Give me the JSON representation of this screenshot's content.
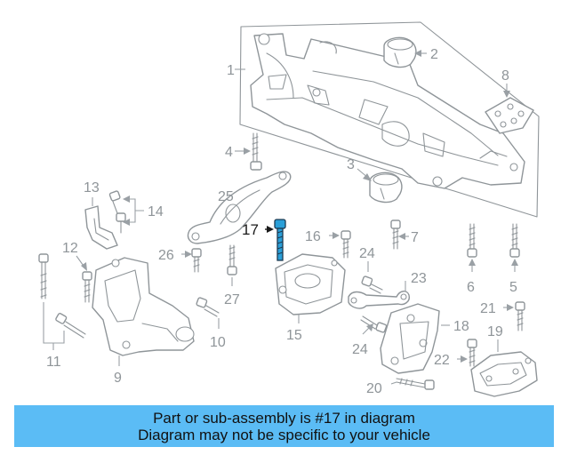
{
  "diagram": {
    "callouts": {
      "c1": "1",
      "c2": "2",
      "c3": "3",
      "c4": "4",
      "c5": "5",
      "c6": "6",
      "c7": "7",
      "c8": "8",
      "c9": "9",
      "c10": "10",
      "c11": "11",
      "c12": "12",
      "c13": "13",
      "c14": "14",
      "c15": "15",
      "c16": "16",
      "c17": "17",
      "c18": "18",
      "c19": "19",
      "c20": "20",
      "c21": "21",
      "c22": "22",
      "c23": "23",
      "c24a": "24",
      "c24b": "24",
      "c25": "25",
      "c26": "26",
      "c27": "27"
    },
    "highlighted_part": "17",
    "colors": {
      "highlight": "#2a9fd8",
      "banner": "#5bbcf5",
      "line_art": "#8f9599"
    }
  },
  "banner": {
    "line1": "Part or sub-assembly is #17 in diagram",
    "line2": "Diagram may not be specific to your vehicle"
  }
}
